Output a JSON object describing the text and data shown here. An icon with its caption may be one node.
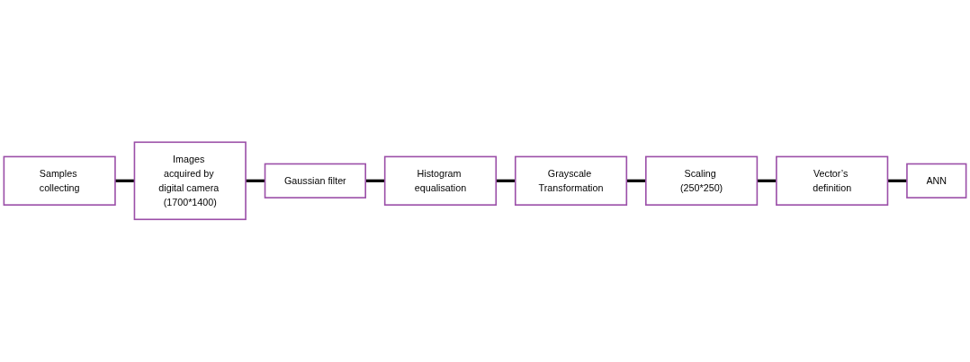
{
  "diagram": {
    "nodes": [
      {
        "text": [
          "Samples collecting"
        ]
      },
      {
        "text": [
          "Images acquired by digital camera (1700*1400)"
        ]
      },
      {
        "text": [
          "Gaussian filter"
        ]
      },
      {
        "text": [
          "Histogram equalisation"
        ]
      },
      {
        "text": [
          "Grayscale Transformation"
        ]
      },
      {
        "text": [
          "ANN"
        ]
      },
      {
        "text": [
          "Vector’s definition"
        ]
      },
      {
        "text": [
          "Scaling (250*250)"
        ]
      }
    ],
    "edges": [
      {
        "from": 0,
        "to": 1,
        "arrow": "none"
      },
      {
        "from": 1,
        "to": 2,
        "arrow": "none"
      },
      {
        "from": 2,
        "to": 3,
        "arrow": "none"
      },
      {
        "from": 3,
        "to": 4,
        "arrow": "none"
      },
      {
        "from": 4,
        "to": 7,
        "arrow": "none"
      },
      {
        "from": 7,
        "to": 6,
        "arrow": "none"
      },
      {
        "from": 6,
        "to": 5,
        "arrow": "none"
      }
    ]
  }
}
